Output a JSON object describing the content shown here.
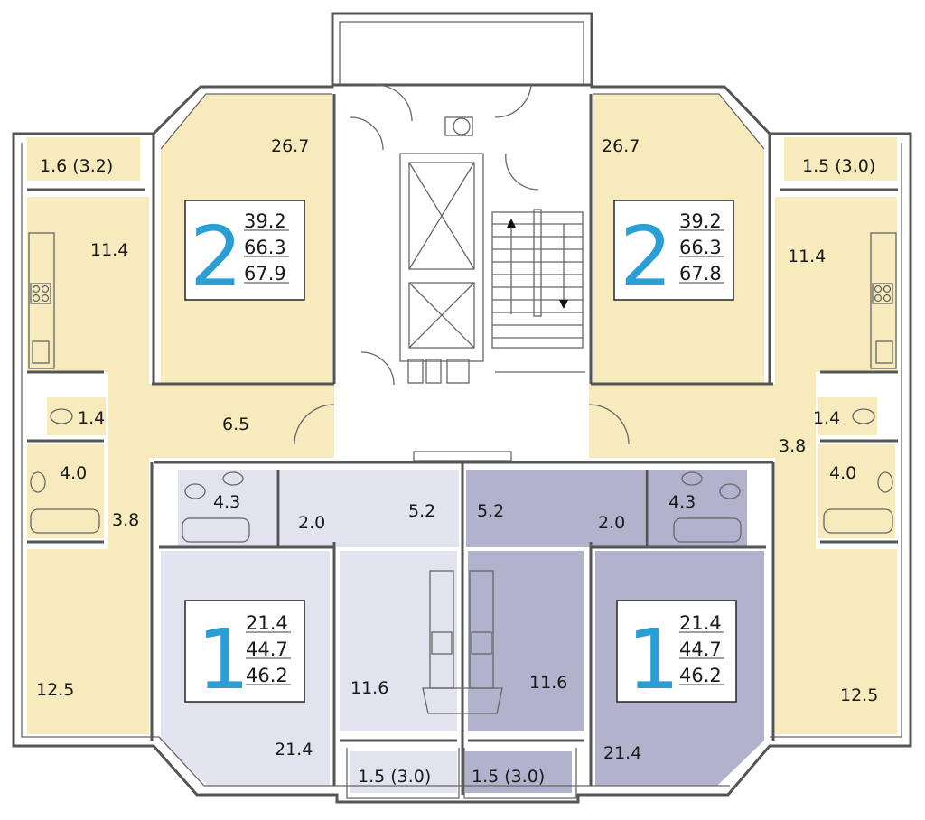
{
  "colors": {
    "two_room": "#f7ebbe",
    "one_room_left": "#e2e3ee",
    "one_room_right": "#b3b2cd",
    "accent_digit": "#2a9fd6",
    "wall": "#555555"
  },
  "apartments": [
    {
      "rooms": "2",
      "areas": [
        "39.2",
        "66.3",
        "67.9"
      ]
    },
    {
      "rooms": "2",
      "areas": [
        "39.2",
        "66.3",
        "67.8"
      ]
    },
    {
      "rooms": "1",
      "areas": [
        "21.4",
        "44.7",
        "46.2"
      ]
    },
    {
      "rooms": "1",
      "areas": [
        "21.4",
        "44.7",
        "46.2"
      ]
    }
  ],
  "rooms": {
    "tl_balcony": "1.6 (3.2)",
    "tr_balcony": "1.5 (3.0)",
    "tl_kitchen": "11.4",
    "tr_kitchen": "11.4",
    "tl_living": "26.7",
    "tr_living": "26.7",
    "tl_wc": "1.4",
    "tr_wc": "1.4",
    "tl_hall": "6.5",
    "tl_bath": "4.0",
    "tr_bath": "4.0",
    "tl_corridor": "3.8",
    "tr_corridor": "3.8",
    "left_bedroom": "12.5",
    "right_bedroom": "12.5",
    "bl_bath": "4.3",
    "br_bath": "4.3",
    "bl_hall": "2.0",
    "br_hall": "2.0",
    "bl_lobby": "5.2",
    "br_lobby": "5.2",
    "bl_kitchen": "11.6",
    "br_kitchen": "11.6",
    "bl_room": "21.4",
    "br_room": "21.4",
    "bl_balcony": "1.5 (3.0)",
    "br_balcony": "1.5 (3.0)"
  }
}
